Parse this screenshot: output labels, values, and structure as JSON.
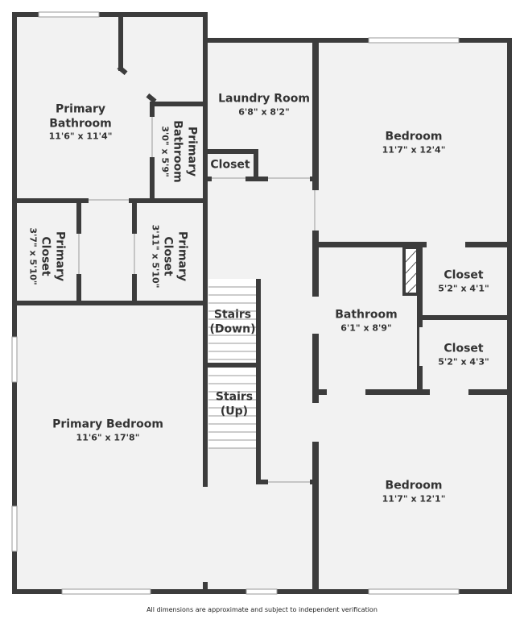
{
  "rooms": {
    "primary_bathroom": {
      "name_line1": "Primary",
      "name_line2": "Bathroom",
      "dims": "11'6\" x 11'4\""
    },
    "primary_bathroom_small": {
      "name_line1": "Primary",
      "name_line2": "Bathroom",
      "dims": "3'0\" x 5'9\""
    },
    "laundry_room": {
      "name": "Laundry Room",
      "dims": "6'8\" x 8'2\""
    },
    "closet_top": {
      "name": "Closet"
    },
    "bedroom_top": {
      "name": "Bedroom",
      "dims": "11'7\" x 12'4\""
    },
    "primary_closet_left": {
      "name_line1": "Primary",
      "name_line2": "Closet",
      "dims": "3'7\" x 5'10\""
    },
    "primary_closet_right": {
      "name_line1": "Primary",
      "name_line2": "Closet",
      "dims": "3'11\" x 5'10\""
    },
    "closet_right_1": {
      "name": "Closet",
      "dims": "5'2\" x 4'1\""
    },
    "bathroom": {
      "name": "Bathroom",
      "dims": "6'1\" x 8'9\""
    },
    "closet_right_2": {
      "name": "Closet",
      "dims": "5'2\" x 4'3\""
    },
    "stairs_down": {
      "name_line1": "Stairs",
      "name_line2": "(Down)"
    },
    "stairs_up": {
      "name_line1": "Stairs",
      "name_line2": "(Up)"
    },
    "primary_bedroom": {
      "name": "Primary Bedroom",
      "dims": "11'6\" x 17'8\""
    },
    "bedroom_bottom": {
      "name": "Bedroom",
      "dims": "11'7\" x 12'1\""
    }
  },
  "footer": {
    "disclaimer": "All dimensions are approximate and subject to independent verification"
  },
  "colors": {
    "wall": "#3c3c3c",
    "floor": "#f2f2f2",
    "text": "#333333"
  }
}
